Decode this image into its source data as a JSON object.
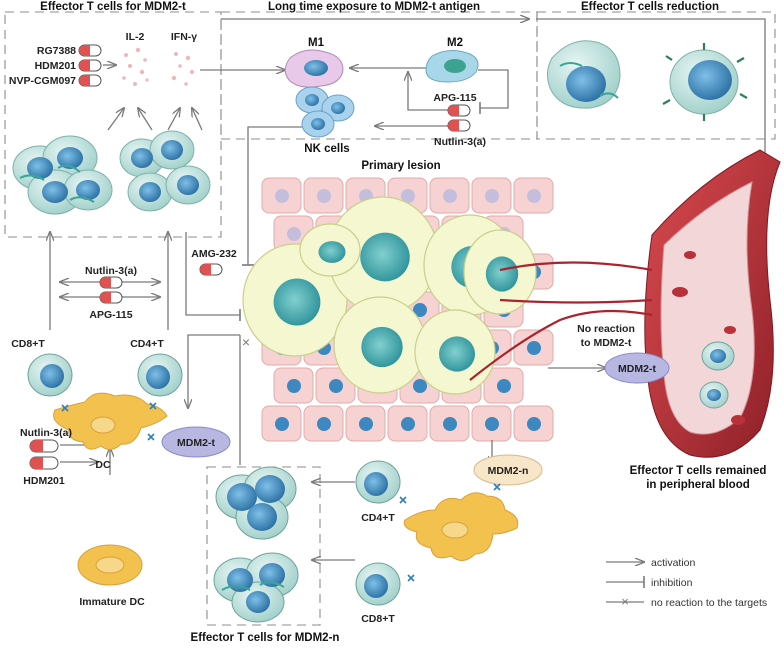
{
  "headers": {
    "effector_mdm2t": "Effector T cells for MDM2-t",
    "long_exposure": "Long time exposure to MDM2-t antigen",
    "effector_reduction": "Effector T cells reduction",
    "primary_lesion": "Primary lesion",
    "effector_mdm2n": "Effector T cells for MDM2-n",
    "remained_line1": "Effector T cells remained",
    "remained_line2": "in peripheral blood",
    "no_reaction_line1": "No reaction",
    "no_reaction_line2": "to MDM2-t"
  },
  "drugs": {
    "rg7388": "RG7388",
    "hdm201": "HDM201",
    "nvp": "NVP-CGM097",
    "nutlin": "Nutlin-3(a)",
    "apg115": "APG-115",
    "amg232": "AMG-232"
  },
  "cells": {
    "il2": "IL-2",
    "ifng": "IFN-γ",
    "m1": "M1",
    "m2": "M2",
    "nk": "NK cells",
    "cd8": "CD8+T",
    "cd4": "CD4+T",
    "dc": "DC",
    "immature_dc": "Immature DC",
    "mdm2t": "MDM2-t",
    "mdm2n": "MDM2-n"
  },
  "legend": {
    "activation": "activation",
    "inhibition": "inhibition",
    "no_reaction": "no reaction to the targets"
  },
  "colors": {
    "panel_border": "#8c8c8c",
    "arrow": "#7a7a7a",
    "tcell_fill": "#bfe0dc",
    "tcell_nucleus": "#2f7ea6",
    "tumor_fill": "#f4f7cf",
    "tumor_nucleus": "#3ea6a9",
    "tissue_pink": "#f6d2d2",
    "nucleus_blue": "#3d88c0",
    "dc_fill": "#f3c24e",
    "vessel": "#b8323a",
    "pill_red": "#e05252",
    "mdm2t_fill": "#b7b7e2",
    "mdm2n_fill": "#f7e6c8"
  }
}
